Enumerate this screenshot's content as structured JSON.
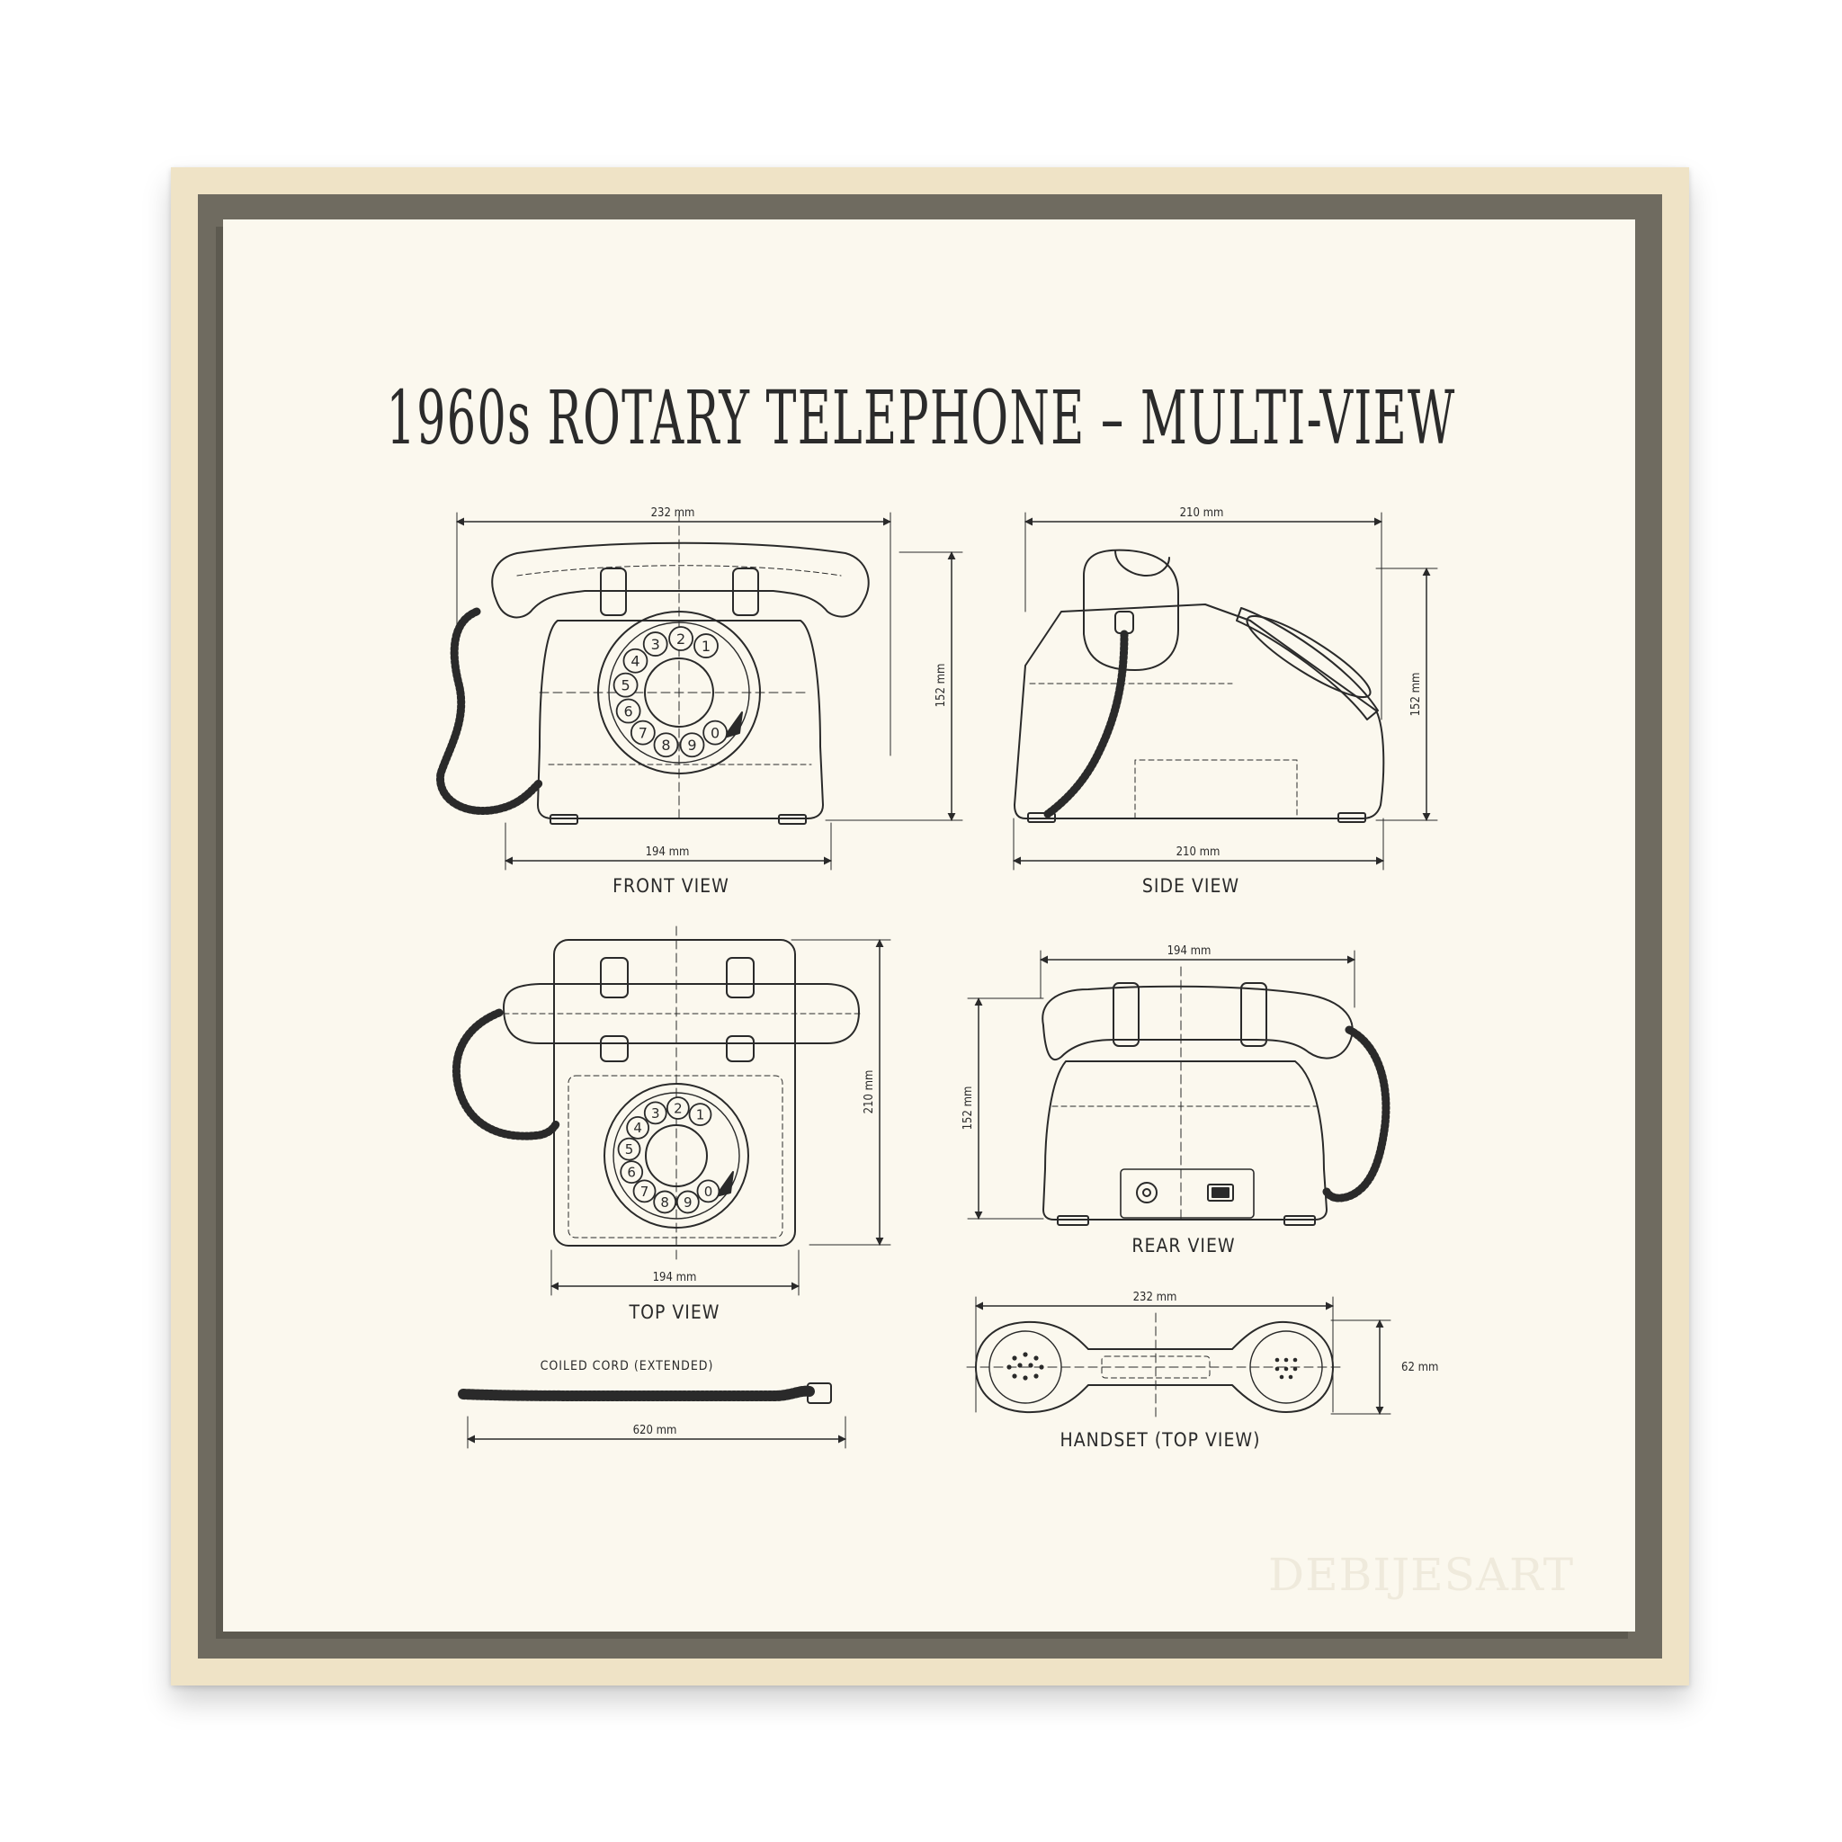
{
  "poster": {
    "title": "1960s ROTARY TELEPHONE – MULTI-VIEW",
    "watermark": "DEBIJESART"
  },
  "views": {
    "front": {
      "label": "FRONT VIEW",
      "dim_width": "232 mm",
      "dim_base": "194 mm",
      "dim_height": "152 mm"
    },
    "side": {
      "label": "SIDE VIEW",
      "dim_top": "210 mm",
      "dim_bottom": "210 mm",
      "dim_height": "152 mm"
    },
    "top": {
      "label": "TOP VIEW",
      "dim_base": "194 mm",
      "dim_depth": "210 mm"
    },
    "rear": {
      "label": "REAR VIEW",
      "dim_width": "194 mm",
      "dim_height": "152 mm"
    },
    "cord": {
      "label": "COILED CORD (EXTENDED)",
      "dim_length": "620 mm"
    },
    "handset": {
      "label": "HANDSET (TOP VIEW)",
      "dim_length": "232 mm",
      "dim_width": "62 mm"
    }
  },
  "dial_numbers": [
    "1",
    "2",
    "3",
    "4",
    "5",
    "6",
    "7",
    "8",
    "9",
    "0"
  ],
  "colors": {
    "ink": "#2a2a2a",
    "paper": "#fbf8ee",
    "frame_wood": "#efe3c6",
    "frame_shadow": "#6f6b60"
  }
}
